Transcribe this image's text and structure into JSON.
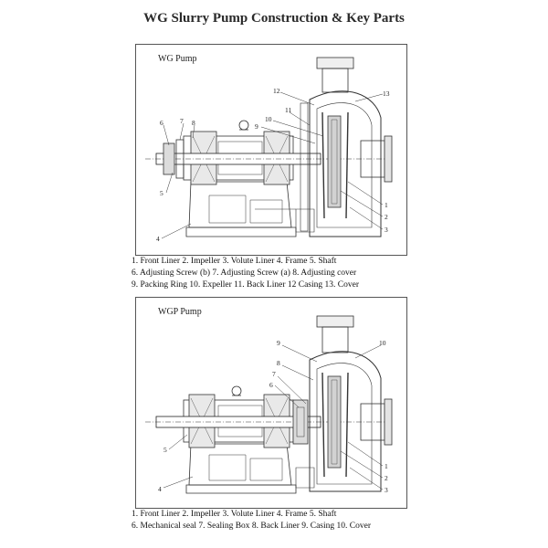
{
  "title": "WG Slurry Pump Construction & Key Parts",
  "diagrams": [
    {
      "label": "WG Pump",
      "callouts": [
        "1",
        "2",
        "3",
        "4",
        "5",
        "6",
        "7",
        "8",
        "9",
        "10",
        "11",
        "12",
        "13"
      ],
      "legend_lines": [
        "1. Front Liner  2. Impeller  3. Volute Liner  4. Frame  5. Shaft",
        "6. Adjusting Screw (b)  7. Adjusting Screw (a)  8. Adjusting cover",
        "9. Packing Ring  10. Expeller  11. Back Liner  12 Casing  13. Cover"
      ]
    },
    {
      "label": "WGP Pump",
      "callouts": [
        "1",
        "2",
        "3",
        "4",
        "5",
        "6",
        "7",
        "8",
        "9",
        "10"
      ],
      "legend_lines": [
        "1. Front Liner  2. Impeller  3. Volute Liner  4. Frame  5. Shaft",
        "6. Mechanical seal  7. Sealing Box  8. Back Liner  9. Casing  10. Cover"
      ]
    }
  ]
}
